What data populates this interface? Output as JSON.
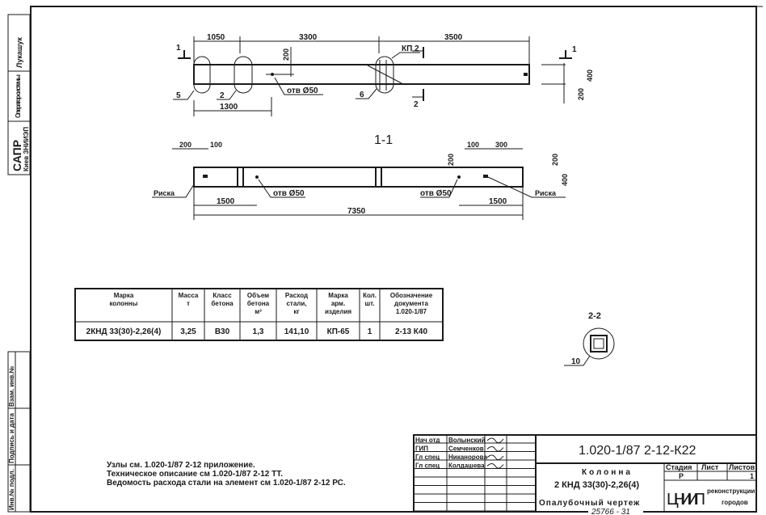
{
  "side_stamp": {
    "sapr": "САПР",
    "sapr_sub": "Киев ЗНИИЭП",
    "operator_label": "Оператор системы",
    "operator_name": "Лукашук",
    "inv_podl": "Инв.№ подл.",
    "signature_date": "Подпись и дата",
    "vzam_inv": "Взам. инв.№"
  },
  "plan_view": {
    "dims": [
      "1050",
      "3300",
      "3500",
      "1300",
      "200",
      "400",
      "200"
    ],
    "section_mark_1": "1",
    "section_mark_2": "2",
    "callouts": [
      "5",
      "2",
      "6",
      "КП 2"
    ],
    "hole_label": "отв Ø50"
  },
  "section_1_1": {
    "title": "1-1",
    "dims": [
      "200",
      "100",
      "100",
      "300",
      "200",
      "200",
      "400",
      "1500",
      "1500",
      "7350"
    ],
    "hole_label_left": "отв Ø50",
    "hole_label_right": "отв Ø50",
    "mark_label_left": "Риска",
    "mark_label_right": "Риска"
  },
  "section_2_2": {
    "title": "2-2",
    "callout": "10"
  },
  "spec_table": {
    "headers": [
      "Марка колонны",
      "Масса т",
      "Класс бетона",
      "Объем бетона м³",
      "Расход стали, кг",
      "Марка арм. изделия",
      "Кол. шт.",
      "Обозначение документа 1.020-1/87"
    ],
    "header_lines": [
      [
        "Марка",
        "колонны"
      ],
      [
        "Масса",
        "т"
      ],
      [
        "Класс",
        "бетона"
      ],
      [
        "Объем",
        "бетона",
        "м³"
      ],
      [
        "Расход",
        "стали,",
        "кг"
      ],
      [
        "Марка",
        "арм.",
        "изделия"
      ],
      [
        "Кол.",
        "шт."
      ],
      [
        "Обозначение",
        "документа",
        "1.020-1/87"
      ]
    ],
    "row": [
      "2КНД 33(30)-2,26(4)",
      "3,25",
      "В30",
      "1,3",
      "141,10",
      "КП-65",
      "1",
      "2-13 К40"
    ]
  },
  "notes": [
    "Узлы см. 1.020-1/87 2-12 приложение.",
    "Техническое описание см 1.020-1/87 2-12 ТТ.",
    "Ведомость расхода стали на элемент см 1.020-1/87 2-12 РС."
  ],
  "title_block": {
    "signatures": [
      {
        "role": "Нач отд",
        "name": "Волынский"
      },
      {
        "role": "ГИП",
        "name": "Семченков"
      },
      {
        "role": "Гл спец",
        "name": "Никанорова"
      },
      {
        "role": "Гл спец",
        "name": "Колдашева"
      }
    ],
    "doc_code": "1.020-1/87 2-12-К22",
    "element_name": "Колонна",
    "element_mark": "2 КНД 33(30)-2,26(4)",
    "drawing_type": "Опалубочный чертеж",
    "stage_label": "Стадия",
    "sheet_label": "Лист",
    "sheets_label": "Листов",
    "stage_value": "Р",
    "sheets_value": "1",
    "org_logo": "ЦНИИП",
    "org_sub1": "реконструкции",
    "org_sub2": "городов"
  },
  "footer_number": "25766 - 31"
}
